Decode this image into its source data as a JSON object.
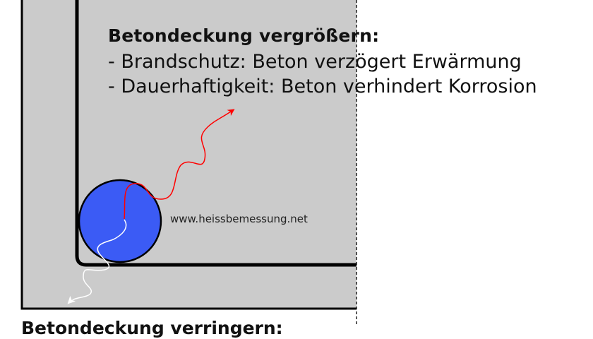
{
  "top_callout": {
    "heading": "Betondeckung vergrößern:",
    "items": [
      "- Brandschutz: Beton verzögert Erwärmung",
      "- Dauerhaftigkeit: Beton verhindert Korrosion"
    ]
  },
  "watermark": "www.heissbemessung.net",
  "bottom_callout": {
    "heading": "Betondeckung verringern:"
  },
  "colors": {
    "concrete": "#cbcbcb",
    "outline": "#000000",
    "rebar": "#3b5bf5",
    "heat_arrow": "#ff0000",
    "cool_arrow": "#ffffff"
  }
}
